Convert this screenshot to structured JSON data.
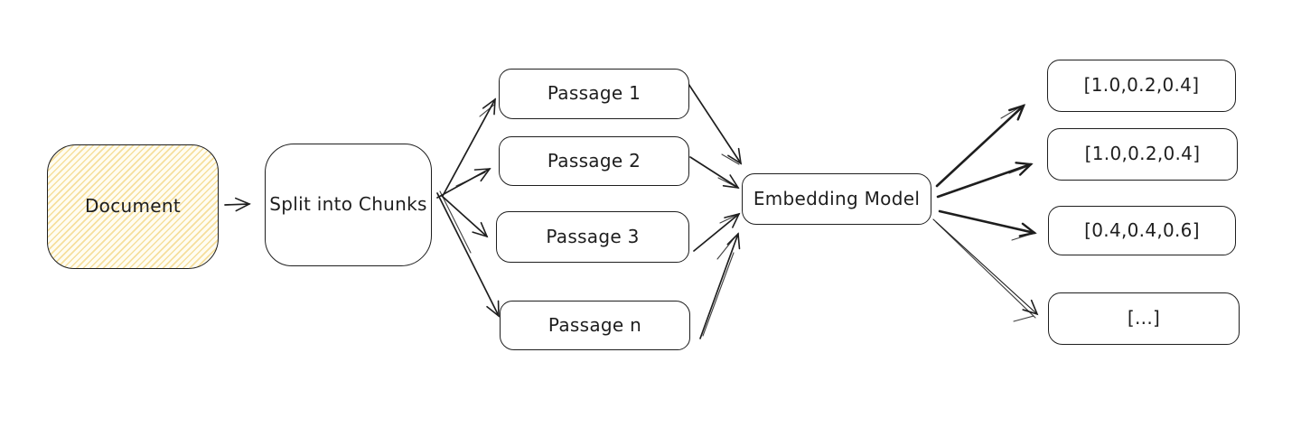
{
  "diagram": {
    "background": "#ffffff",
    "stroke_color": "#1e1e1e",
    "document_fill": "#fffdf2",
    "document_hatch_color": "#f6df9d",
    "nodes": {
      "document": {
        "label": "Document"
      },
      "split": {
        "label": "Split into Chunks"
      },
      "passage_1": {
        "label": "Passage 1"
      },
      "passage_2": {
        "label": "Passage 2"
      },
      "passage_3": {
        "label": "Passage 3"
      },
      "passage_n": {
        "label": "Passage n"
      },
      "embedding": {
        "label": "Embedding Model"
      },
      "vector_1": {
        "label": "[1.0,0.2,0.4]"
      },
      "vector_2": {
        "label": "[1.0,0.2,0.4]"
      },
      "vector_3": {
        "label": "[0.4,0.4,0.6]"
      },
      "vector_4": {
        "label": "[...]"
      }
    },
    "edges": [
      {
        "from": "document",
        "to": "split"
      },
      {
        "from": "split",
        "to": "passage_1"
      },
      {
        "from": "split",
        "to": "passage_2"
      },
      {
        "from": "split",
        "to": "passage_3"
      },
      {
        "from": "split",
        "to": "passage_n"
      },
      {
        "from": "passage_1",
        "to": "embedding"
      },
      {
        "from": "passage_2",
        "to": "embedding"
      },
      {
        "from": "passage_3",
        "to": "embedding"
      },
      {
        "from": "passage_n",
        "to": "embedding"
      },
      {
        "from": "embedding",
        "to": "vector_1"
      },
      {
        "from": "embedding",
        "to": "vector_2"
      },
      {
        "from": "embedding",
        "to": "vector_3"
      },
      {
        "from": "embedding",
        "to": "vector_4"
      }
    ]
  }
}
